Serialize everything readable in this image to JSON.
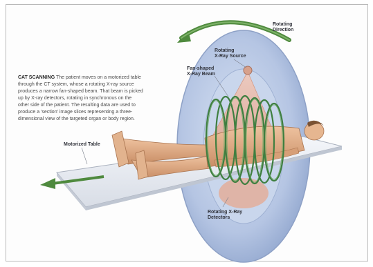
{
  "figure": {
    "caption": {
      "lead": "CAT SCANNING",
      "body": "The patient moves on a motorized table through the CT system, whose a rotating X-ray source produces a narrow fan-shaped beam. That beam is picked up by X-ray detectors, rotating in synchronous on the other side of the patient. The resulting data are used to produce a 'section' image slices representing a three-dimensional view of the targeted organ or body region."
    },
    "labels": {
      "rotating_direction": [
        "Rotating",
        "Direction"
      ],
      "rotating_xray_source": [
        "Rotating",
        "X-Ray Source"
      ],
      "fan_shaped_beam": [
        "Fan-shaped",
        "X-Ray Beam"
      ],
      "motorized_table": "Motorized Table",
      "rotating_detectors": [
        "Rotating X-Ray",
        "Detectors"
      ]
    },
    "colors": {
      "gantry": "#b7c6e2",
      "gantry_edge": "#8da0c4",
      "arrow": "#4f8a3e",
      "table": "#eceff4",
      "helix": "#3f7f40",
      "skin": "#d9a77e",
      "beam": "#e4b3a5"
    }
  }
}
